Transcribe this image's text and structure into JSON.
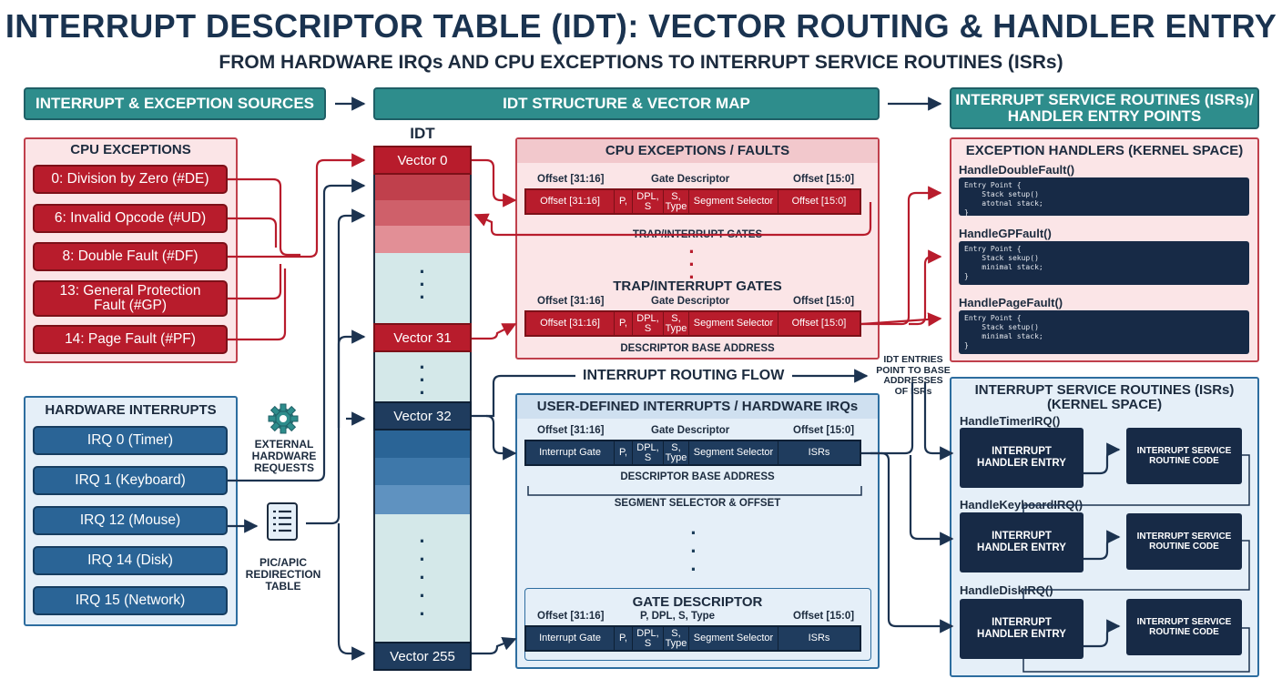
{
  "title": "INTERRUPT DESCRIPTOR TABLE (IDT): VECTOR ROUTING & HANDLER ENTRY",
  "subtitle": "FROM HARDWARE IRQs AND CPU EXCEPTIONS TO INTERRUPT SERVICE ROUTINES (ISRs)",
  "headers": {
    "sources": "INTERRUPT & EXCEPTION SOURCES",
    "idt_map": "IDT STRUCTURE & VECTOR MAP",
    "isr_line1": "INTERRUPT SERVICE ROUTINES (ISRs)/",
    "isr_line2": "HANDLER ENTRY POINTS"
  },
  "cpu_exceptions": {
    "title": "CPU EXCEPTIONS",
    "items": [
      "0: Division by Zero (#DE)",
      "6: Invalid Opcode (#UD)",
      "8: Double Fault (#DF)",
      "13: General Protection Fault (#GP)",
      "14: Page Fault (#PF)"
    ]
  },
  "hardware_interrupts": {
    "title": "HARDWARE INTERRUPTS",
    "items": [
      "IRQ 0 (Timer)",
      "IRQ 1 (Keyboard)",
      "IRQ 12 (Mouse)",
      "IRQ 14 (Disk)",
      "IRQ 15 (Network)"
    ]
  },
  "external_requests": "EXTERNAL HARDWARE REQUESTS",
  "pic_table": "PIC/APIC REDIRECTION TABLE",
  "idt": {
    "label": "IDT",
    "vector0": "Vector 0",
    "vector31": "Vector 31",
    "vector32": "Vector 32",
    "vector255": "Vector 255"
  },
  "gate_fields": {
    "offset_hi": "Offset [31:16]",
    "p": "P,",
    "dpl": "DPL, S",
    "stype": "S, Type",
    "selector": "Segment Selector",
    "offset_lo": "Offset [15:0]",
    "interrupt_gate": "Interrupt Gate",
    "isrs": "ISRs",
    "gate_descriptor": "Gate Descriptor",
    "p_dpl_s_type": "P, DPL, S, Type"
  },
  "cpu_faults_panel": {
    "title": "CPU EXCEPTIONS / FAULTS",
    "trap_gates": "TRAP/INTERRUPT GATES",
    "trap_gates2": "TRAP/INTERRUPT GATES",
    "base_address": "DESCRIPTOR BASE ADDRESS"
  },
  "routing_flow": "INTERRUPT ROUTING FLOW",
  "idt_entries_note": "IDT ENTRIES POINT TO BASE ADDRESSES OF ISRs",
  "user_defined_panel": {
    "title": "USER-DEFINED INTERRUPTS / HARDWARE IRQs",
    "base_address": "DESCRIPTOR BASE ADDRESS",
    "selector_offset": "SEGMENT SELECTOR & OFFSET",
    "gate_descriptor_title": "GATE DESCRIPTOR"
  },
  "exception_handlers": {
    "title": "EXCEPTION HANDLERS (KERNEL SPACE)",
    "handlers": [
      {
        "name": "HandleDoubleFault()",
        "code": "Entry Point {\n    Stack setup()\n    atotnal stack;\n}"
      },
      {
        "name": "HandleGPFault()",
        "code": "Entry Point {\n    Stack sekup()\n    minimal stack;\n}"
      },
      {
        "name": "HandlePageFault()",
        "code": "Entry Point {\n    Stack setup()\n    minimal stack;\n}"
      }
    ]
  },
  "isr_kernel": {
    "title_line1": "INTERRUPT SERVICE ROUTINES (ISRs)",
    "title_line2": "(KERNEL SPACE)",
    "handlers": [
      "HandleTimerIRQ()",
      "HandleKeyboardIRQ()",
      "HandleDiskIRQ()"
    ],
    "entry_line1": "INTERRUPT",
    "entry_line2": "HANDLER ENTRY",
    "routine_line1": "INTERRUPT SERVICE",
    "routine_line2": "ROUTINE CODE"
  },
  "colors": {
    "teal_header": "#2e8d8c",
    "red": "#b81c2c",
    "navy": "#1f3c5e",
    "blue_item": "#2a6496",
    "panel_red": "#fbe5e7",
    "panel_blue": "#e5eff8"
  }
}
